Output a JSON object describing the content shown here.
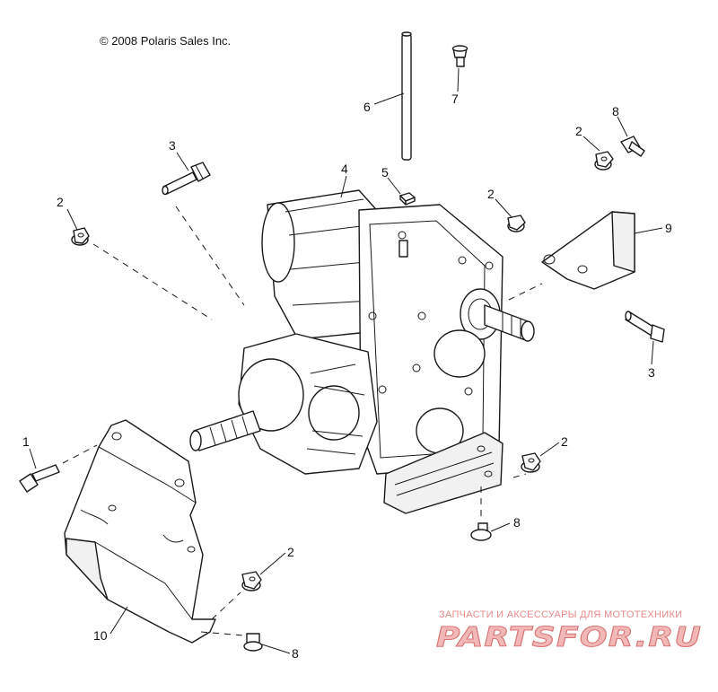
{
  "copyright": "© 2008 Polaris Sales Inc.",
  "callouts": {
    "c1": "1",
    "c2a": "2",
    "c2b": "2",
    "c2c": "2",
    "c2d": "2",
    "c2e": "2",
    "c3a": "3",
    "c3b": "3",
    "c4": "4",
    "c5": "5",
    "c6": "6",
    "c7": "7",
    "c8a": "8",
    "c8b": "8",
    "c8c": "8",
    "c9": "9",
    "c10": "10"
  },
  "watermark": {
    "tagline": "ЗАПЧАСТИ И АКСЕССУАРЫ ДЛЯ МОТОТЕХНИКИ",
    "brand": "PARTSFOR.RU"
  }
}
